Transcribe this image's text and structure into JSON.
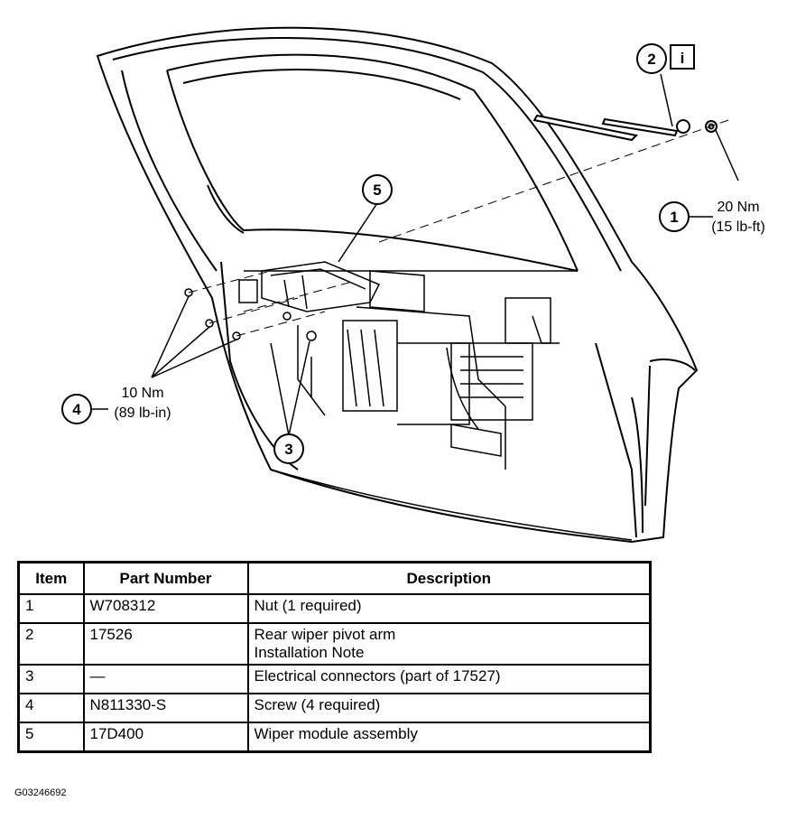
{
  "callouts": {
    "c1": {
      "num": "1",
      "line1": "20 Nm",
      "line2": "(15 lb-ft)"
    },
    "c2": {
      "num": "2",
      "info_icon": "i"
    },
    "c3": {
      "num": "3"
    },
    "c4": {
      "num": "4",
      "line1": "10 Nm",
      "line2": "(89 lb-in)"
    },
    "c5": {
      "num": "5"
    }
  },
  "table": {
    "headers": [
      "Item",
      "Part Number",
      "Description"
    ],
    "rows": [
      {
        "item": "1",
        "part": "W708312",
        "desc": [
          "Nut (1 required)"
        ]
      },
      {
        "item": "2",
        "part": "17526",
        "desc": [
          "Rear wiper pivot arm",
          "Installation Note"
        ]
      },
      {
        "item": "3",
        "part": "—",
        "desc": [
          "Electrical connectors (part of 17527)"
        ]
      },
      {
        "item": "4",
        "part": "N811330-S",
        "desc": [
          "Screw (4 required)"
        ]
      },
      {
        "item": "5",
        "part": "17D400",
        "desc": [
          "Wiper module assembly"
        ]
      }
    ]
  },
  "figure_id": "G03246692"
}
